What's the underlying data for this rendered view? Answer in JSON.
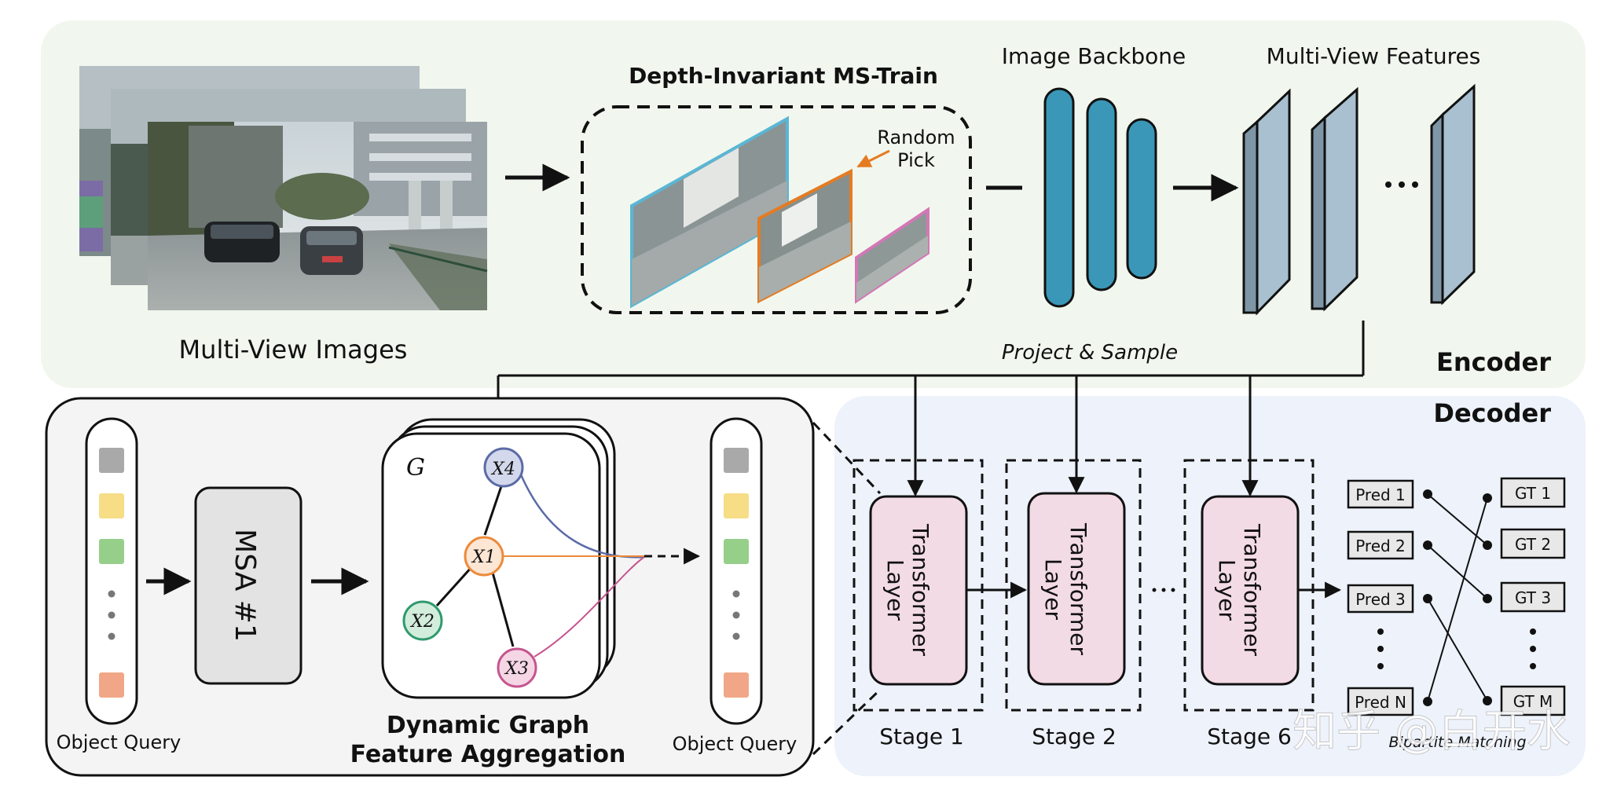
{
  "encoder": {
    "label": "Encoder",
    "images_label": "Multi-View Images",
    "ms_train_title": "Depth-Invariant MS-Train",
    "random_pick_line1": "Random",
    "random_pick_line2": "Pick",
    "backbone_label": "Image Backbone",
    "features_label": "Multi-View Features",
    "project_sample": "Project & Sample"
  },
  "decoder": {
    "label": "Decoder",
    "transformer_line1": "Transformer",
    "transformer_line2": "Layer",
    "stages": [
      "Stage 1",
      "Stage 2",
      "Stage 6"
    ],
    "preds": [
      "Pred 1",
      "Pred 2",
      "Pred 3",
      "Pred N"
    ],
    "gts": [
      "GT 1",
      "GT 2",
      "GT 3",
      "GT M"
    ],
    "bipartite_label": "Bipartite Matching"
  },
  "detail": {
    "object_query_left": "Object Query",
    "object_query_right": "Object Query",
    "msa_label": "MSA #1",
    "graph_label": "G",
    "node_x4": "X4",
    "node_x1": "X1",
    "node_x2": "X2",
    "node_x3": "X3",
    "graph_title_line1": "Dynamic Graph",
    "graph_title_line2": "Feature Aggregation"
  },
  "watermark": "知乎 @白开水",
  "colors": {
    "encoder_bg": "#f1f7ee",
    "decoder_bg": "#edf2fb",
    "detail_bg": "#f4f4f4",
    "backbone": "#3a97b8",
    "feature": "#a8c0cf",
    "transformer": "#f3dbe6",
    "msa": "#e3e3e3",
    "node_x4": "#5b6ba6",
    "node_x1": "#ec8a3a",
    "node_x2": "#2f9a6d",
    "node_x3": "#c5558e",
    "query_gray": "#a9a9a9",
    "query_yellow": "#f6dd86",
    "query_green": "#96cf8a",
    "query_orange": "#f1a787",
    "frame_blue": "#5ab6d4",
    "frame_orange": "#e57b22",
    "frame_pink": "#d377b6"
  }
}
